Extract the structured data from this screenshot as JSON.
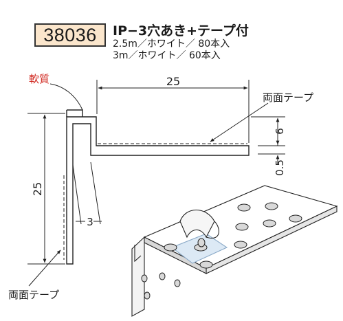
{
  "product": {
    "code": "38036",
    "title": "IP−3穴あき+テープ付",
    "spec_lines": [
      "2.5m／ホワイト／ 80本入",
      "3m／ホワイト／ 60本入"
    ]
  },
  "labels": {
    "soft": "軟質",
    "tape_top": "両面テープ",
    "tape_bottom": "両面テープ"
  },
  "dimensions": {
    "flange_width": "25",
    "leg_height": "25",
    "depth_6": "6",
    "tape_thickness": "0.5",
    "leg_gap": "3"
  },
  "colors": {
    "code_box_bg": "#fbe6cc",
    "soft_label": "#d0271f",
    "tape_fill": "#dce9f5"
  }
}
